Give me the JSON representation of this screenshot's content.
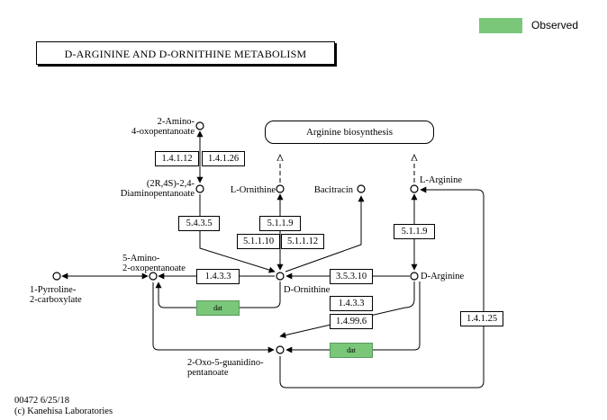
{
  "legend": {
    "label": "Observed",
    "color": "#7ac77a"
  },
  "title": "D-ARGININE  AND D-ORNITHINE  METABOLISM",
  "map_link": "Arginine biosynthesis",
  "compounds": {
    "amino_oxopentanoate_4": [
      "2-Amino-",
      "4-oxopentanoate"
    ],
    "diaminopentanoate": [
      "(2R,4S)-2,4-",
      "Diaminopentanoate"
    ],
    "l_ornithine": "L-Ornithine",
    "bacitracin": "Bacitracin",
    "l_arginine": "L-Arginine",
    "amino_oxopentanoate_2": [
      "5-Amino-",
      "2-oxopentanoate"
    ],
    "pyrroline": [
      "1-Pyrroline-",
      "2-carboxylate"
    ],
    "d_ornithine": "D-Ornithine",
    "d_arginine": "D-Arginine",
    "oxo_guanidino": [
      "2-Oxo-5-guanidino-",
      "pentanoate"
    ]
  },
  "enzymes": {
    "e_1_4_1_12": "1.4.1.12",
    "e_1_4_1_26": "1.4.1.26",
    "e_5_4_3_5": "5.4.3.5",
    "e_5_1_1_9_a": "5.1.1.9",
    "e_5_1_1_10": "5.1.1.10",
    "e_5_1_1_12": "5.1.1.12",
    "e_5_1_1_9_b": "5.1.1.9",
    "e_1_4_3_3_a": "1.4.3.3",
    "e_3_5_3_10": "3.5.3.10",
    "e_1_4_3_3_b": "1.4.3.3",
    "e_1_4_99_6": "1.4.99.6",
    "e_1_4_1_25": "1.4.1.25",
    "dat_1": "dat",
    "dat_2": "dat"
  },
  "footer": {
    "line1": "00472 6/25/18",
    "line2": "(c) Kanehisa Laboratories"
  }
}
